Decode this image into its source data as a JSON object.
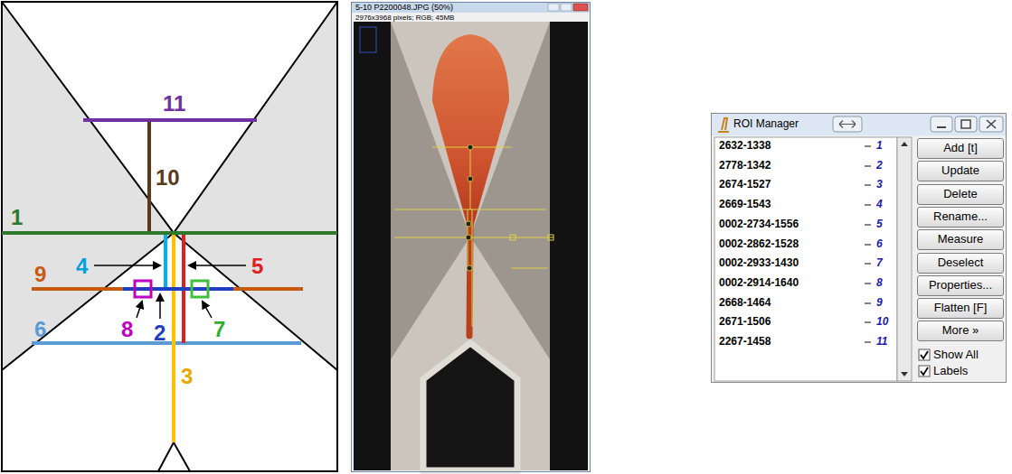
{
  "diagram": {
    "nodes": [
      {
        "text": [
          "5-10 P2200048.JPG (50%)",
          "2976x3968 pixels; RGB; 45MB"
        ]
      },
      {
        "text": [
          "ROI Manager"
        ]
      },
      {
        "text": [
          "Add [t]"
        ],
        "in": 1
      },
      {
        "text": [
          "Update"
        ],
        "in": 1
      },
      {
        "text": [
          "Delete"
        ],
        "in": 1
      },
      {
        "text": [
          "Rename..."
        ],
        "in": 1
      },
      {
        "text": [
          "Measure"
        ],
        "in": 1
      },
      {
        "text": [
          "Deselect"
        ],
        "in": 1
      },
      {
        "text": [
          "Properties..."
        ],
        "in": 1
      },
      {
        "text": [
          "Flatten [F]"
        ],
        "in": 1
      },
      {
        "text": [
          "More »"
        ],
        "in": 1
      }
    ],
    "labels": [
      "11",
      "10",
      "1",
      "4",
      "5",
      "9",
      "8",
      "2",
      "7",
      "6",
      "3",
      "2632-1338",
      "1",
      "2778-1342",
      "2",
      "2674-1527",
      "3",
      "2669-1543",
      "4",
      "0002-2734-1556",
      "5",
      "0002-2862-1528",
      "6",
      "0002-2933-1430",
      "7",
      "0002-2914-1640",
      "8",
      "2668-1464",
      "9",
      "2671-1506",
      "10",
      "2267-1458",
      "11",
      "Show All",
      "Labels"
    ]
  }
}
